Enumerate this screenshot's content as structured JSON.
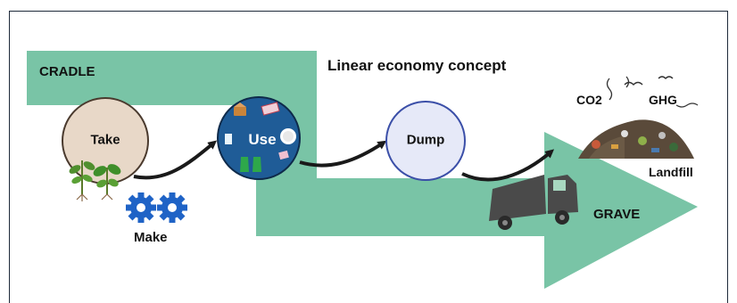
{
  "title": "Linear economy concept",
  "cradle_label": "CRADLE",
  "grave_label": "GRAVE",
  "stages": {
    "take": "Take",
    "make": "Make",
    "use": "Use",
    "dump": "Dump"
  },
  "landfill": {
    "label": "Landfill",
    "emissions": [
      "CO2",
      "GHG"
    ]
  },
  "colors": {
    "band": "#79c4a6",
    "take_fill": "#e8d8c8",
    "use_fill": "#1f5c97",
    "dump_fill": "#e6e9f8",
    "dump_stroke": "#3b4fa8",
    "gear": "#1f63c6",
    "truck": "#4a4a4a"
  }
}
